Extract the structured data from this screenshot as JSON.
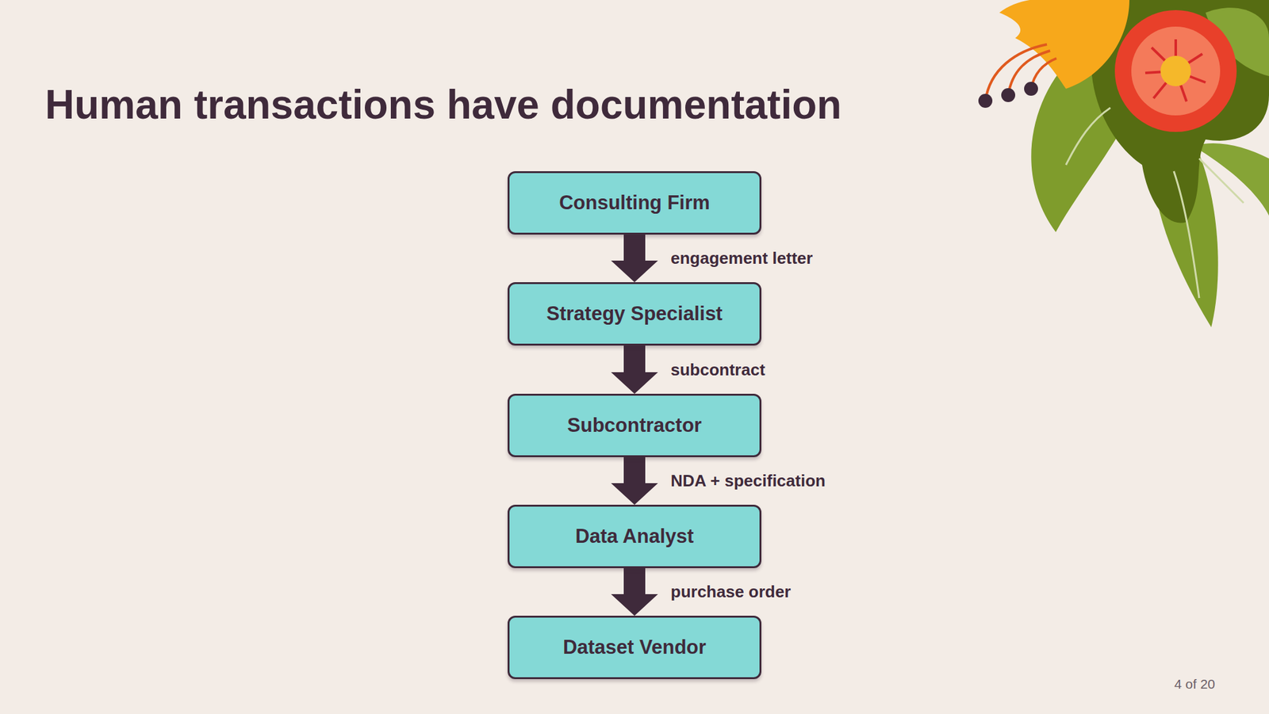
{
  "diagram": {
    "title": "Human transactions have documentation",
    "nodes": [
      {
        "text": [
          "Consulting Firm"
        ]
      },
      {
        "text": [
          "Strategy Specialist"
        ]
      },
      {
        "text": [
          "Subcontractor"
        ]
      },
      {
        "text": [
          "Data Analyst"
        ]
      },
      {
        "text": [
          "Dataset Vendor"
        ]
      }
    ],
    "edges": [
      {
        "from": 0,
        "to": 1,
        "label": "engagement letter",
        "arrow": "to"
      },
      {
        "from": 1,
        "to": 2,
        "label": "subcontract",
        "arrow": "to"
      },
      {
        "from": 2,
        "to": 3,
        "label": "NDA + specification",
        "arrow": "to"
      },
      {
        "from": 3,
        "to": 4,
        "label": "purchase order",
        "arrow": "to"
      }
    ],
    "labels": [
      "4 of 20"
    ]
  }
}
